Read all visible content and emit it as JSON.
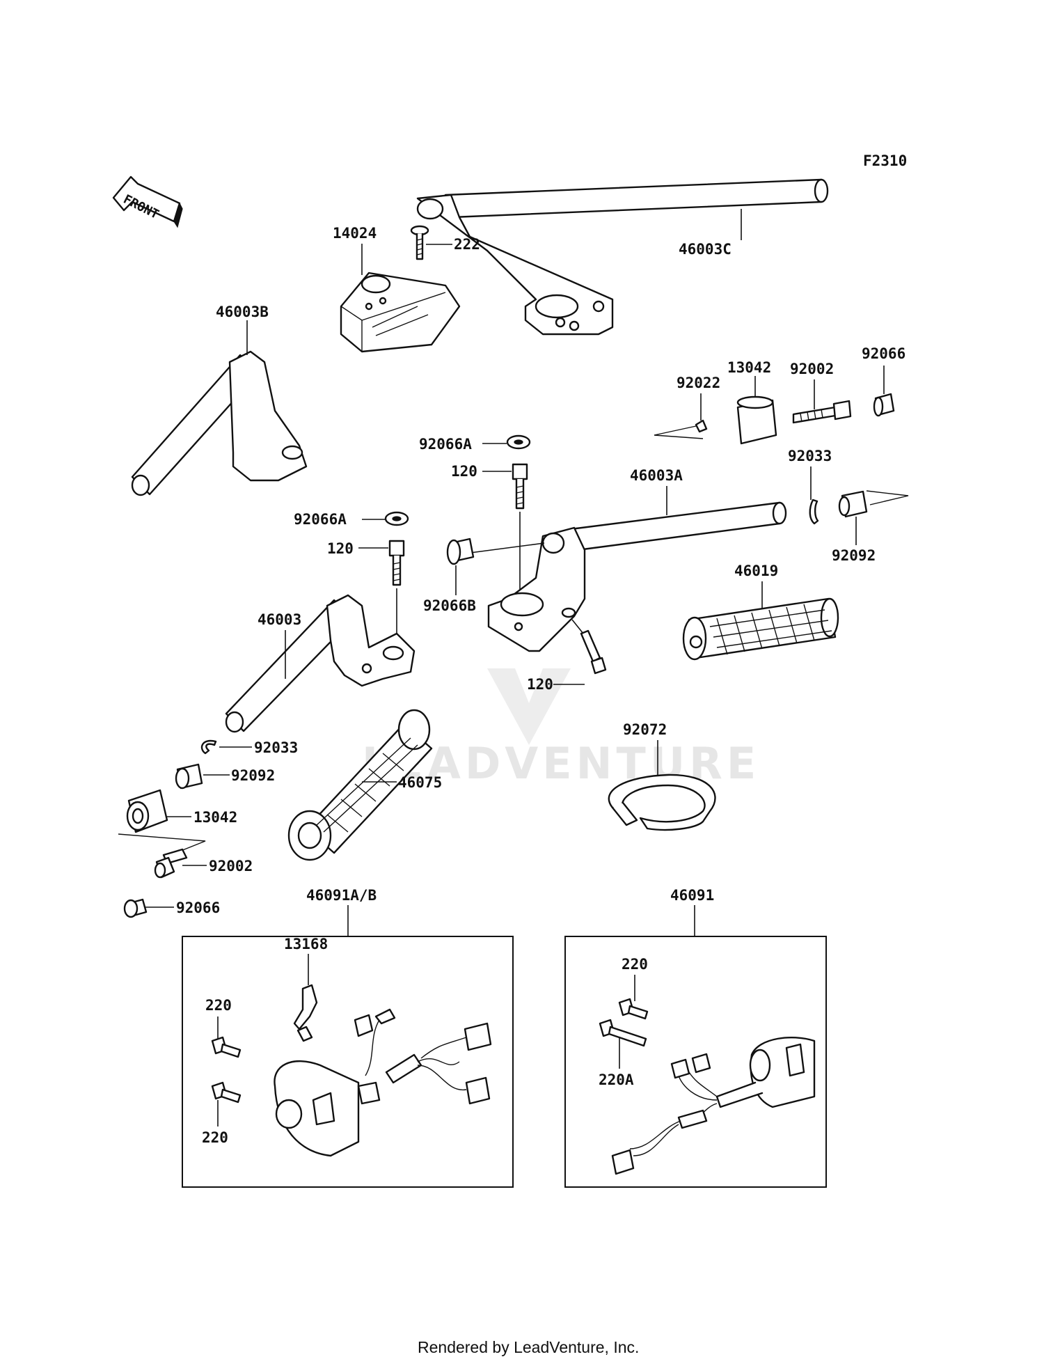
{
  "figure_code": "F2310",
  "front_label": "FRONT",
  "watermark": "LEADVENTURE",
  "footer": "Rendered by LeadVenture, Inc.",
  "colors": {
    "ink": "#111111",
    "paper": "#ffffff",
    "watermark": "#e6e6e6"
  },
  "parts": {
    "p14024": "14024",
    "p222": "222",
    "p46003C": "46003C",
    "p46003B": "46003B",
    "p92066_top": "92066",
    "p13042_top": "13042",
    "p92002_top": "92002",
    "p92022": "92022",
    "p92066A_a": "92066A",
    "p120_a": "120",
    "p46003A": "46003A",
    "p92033_r": "92033",
    "p92092_r": "92092",
    "p92066A_b": "92066A",
    "p120_b": "120",
    "p92066B": "92066B",
    "p46019": "46019",
    "p46003": "46003",
    "p120_c": "120",
    "p92072": "92072",
    "p92033_l": "92033",
    "p92092_l": "92092",
    "p46075": "46075",
    "p13042_l": "13042",
    "p92002_l": "92002",
    "p92066_l": "92066",
    "p46091AB": "46091A/B",
    "p46091": "46091",
    "p13168": "13168",
    "p220_a": "220",
    "p220_b": "220",
    "p220_c": "220",
    "p220A": "220A"
  }
}
